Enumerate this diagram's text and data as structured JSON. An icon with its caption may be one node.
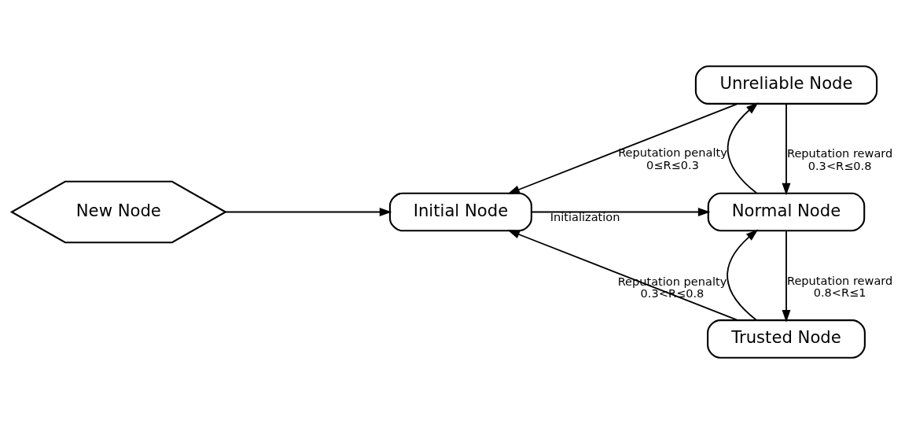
{
  "diagram": {
    "nodes": [
      {
        "text": [
          "New Node"
        ]
      },
      {
        "text": [
          "Initial Node"
        ]
      },
      {
        "text": [
          "Trusted Node"
        ]
      },
      {
        "text": [
          "Normal Node"
        ]
      },
      {
        "text": [
          "Unreliable Node"
        ]
      }
    ],
    "edges": [
      {
        "from": 0,
        "to": 1,
        "arrow": "to"
      },
      {
        "from": 2,
        "to": 1,
        "arrow": "to"
      },
      {
        "from": 1,
        "to": 3,
        "arrow": "to",
        "label": "Initialization"
      },
      {
        "from": 4,
        "to": 1,
        "arrow": "to"
      },
      {
        "from": 3,
        "to": 2,
        "arrow": "to",
        "label": "Reputation reward 0.8<R≤1"
      },
      {
        "from": 2,
        "to": 3,
        "arrow": "to",
        "label": "Reputation penalty 0.3<R≤0.8"
      },
      {
        "from": 4,
        "to": 3,
        "arrow": "to",
        "label": "Reputation reward 0.3<R≤0.8"
      },
      {
        "from": 3,
        "to": 4,
        "arrow": "to",
        "label": "Reputation penalty 0≤R≤0.3"
      }
    ]
  }
}
